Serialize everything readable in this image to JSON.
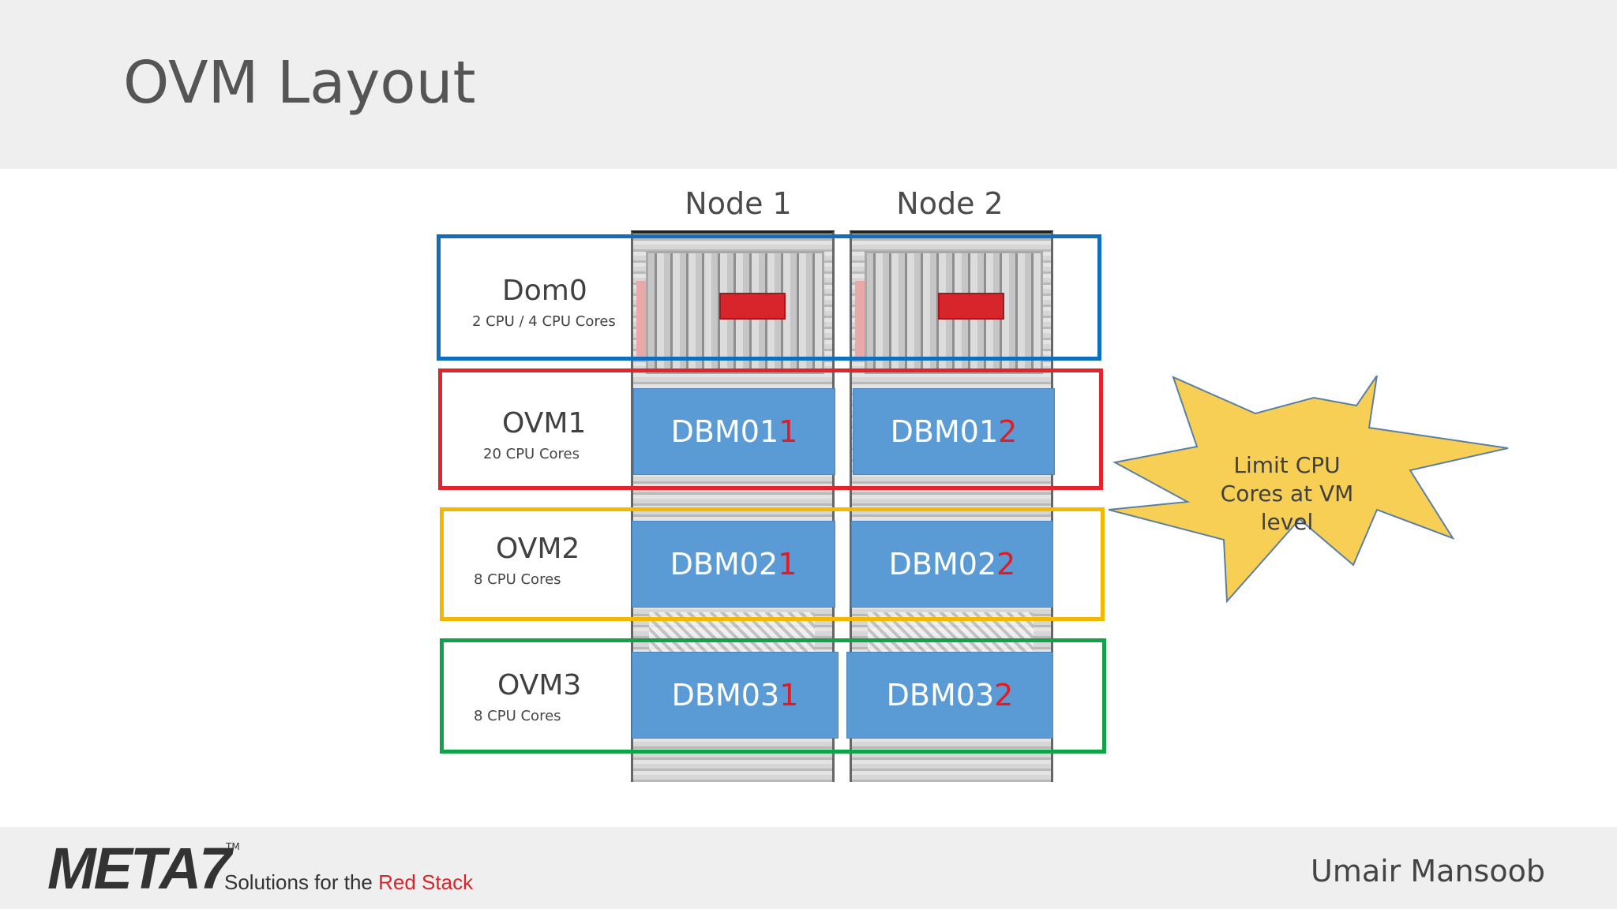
{
  "title": "OVM Layout",
  "nodes": [
    {
      "label": "Node 1"
    },
    {
      "label": "Node 2"
    }
  ],
  "vms": [
    {
      "name": "Dom0",
      "detail": "2 CPU / 4 CPU Cores",
      "color": "#0f6fbf"
    },
    {
      "name": "OVM1",
      "detail": "20 CPU Cores",
      "color": "#e3242b",
      "dbm": [
        {
          "prefix": "DBM01",
          "suffix": "1"
        },
        {
          "prefix": "DBM01",
          "suffix": "2"
        }
      ]
    },
    {
      "name": "OVM2",
      "detail": "8 CPU Cores",
      "color": "#f5b800",
      "dbm": [
        {
          "prefix": "DBM02",
          "suffix": "1"
        },
        {
          "prefix": "DBM02",
          "suffix": "2"
        }
      ]
    },
    {
      "name": "OVM3",
      "detail": "8 CPU Cores",
      "color": "#10a34a",
      "dbm": [
        {
          "prefix": "DBM03",
          "suffix": "1"
        },
        {
          "prefix": "DBM03",
          "suffix": "2"
        }
      ]
    }
  ],
  "callout": {
    "line1": "Limit CPU",
    "line2": "Cores at VM",
    "line3": "level",
    "fill": "#f8cf55",
    "stroke": "#5a7fa5"
  },
  "footer": {
    "logo": "META7",
    "logo_tm": "TM",
    "tagline_prefix": "Solutions for the ",
    "tagline_highlight": "Red Stack",
    "presenter": "Umair Mansoob"
  }
}
